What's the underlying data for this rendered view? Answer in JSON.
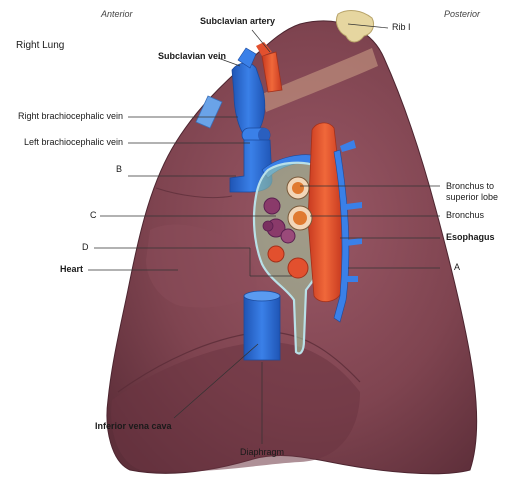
{
  "orientation": {
    "anterior": "Anterior",
    "posterior": "Posterior"
  },
  "title": "Right Lung",
  "labels": {
    "subclavian_artery": "Subclavian artery",
    "subclavian_vein": "Subclavian vein",
    "rib_i": "Rib I",
    "right_brachiocephalic_vein": "Right brachiocephalic vein",
    "left_brachiocephalic_vein": "Left brachiocephalic vein",
    "b": "B",
    "bronchus_to_superior_lobe": [
      "Bronchus to",
      "superior lobe"
    ],
    "c": "C",
    "bronchus": "Bronchus",
    "d": "D",
    "esophagus": "Esophagus",
    "heart": "Heart",
    "a": "A",
    "inferior_vena_cava": "Inferior vena cava",
    "diaphragm": "Diaphragm"
  },
  "colors": {
    "lung": "#7a3f4a",
    "lung_light": "#9a5866",
    "vein": "#2f6fd6",
    "artery": "#e2502e",
    "hilum_outline": "#b9e0e8",
    "bone": "#e6d6a0"
  }
}
